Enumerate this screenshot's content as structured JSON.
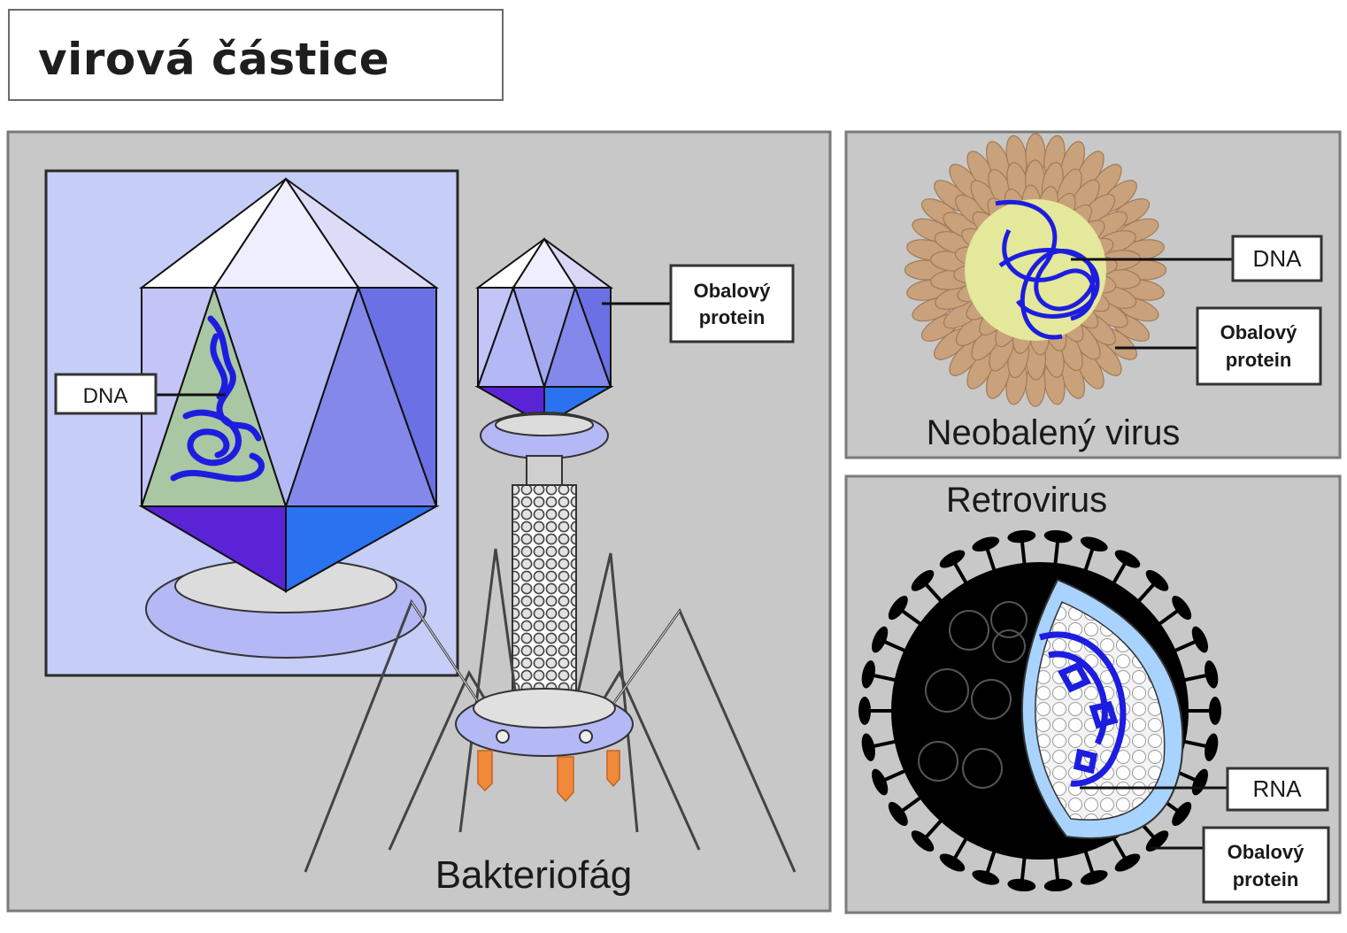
{
  "title": "virová částice",
  "panels": {
    "bacteriophage": {
      "caption": "Bakteriofág",
      "dna_label": "DNA",
      "coat_label_line1": "Obalový",
      "coat_label_line2": "protein"
    },
    "non_enveloped": {
      "caption": "Neobalený virus",
      "dna_label": "DNA",
      "coat_label_line1": "Obalový",
      "coat_label_line2": "protein"
    },
    "retrovirus": {
      "caption": "Retrovirus",
      "rna_label": "RNA",
      "coat_label_line1": "Obalový",
      "coat_label_line2": "protein"
    }
  },
  "colors": {
    "panel_bg": "#c8c8c8",
    "inset_bg": "#c6cdf7",
    "capsid_light": "#b4b8f4",
    "capsid_mid": "#8488ea",
    "capsid_dark": "#5a24d6",
    "capsid_blue": "#2a72f0",
    "dna_blue": "#1d1de0",
    "dna_core": "#e3e89a",
    "coat_tan": "#c9a17b",
    "envelope_light_blue": "#a9d3ff",
    "tail_fiber_orange": "#f08a3a"
  }
}
